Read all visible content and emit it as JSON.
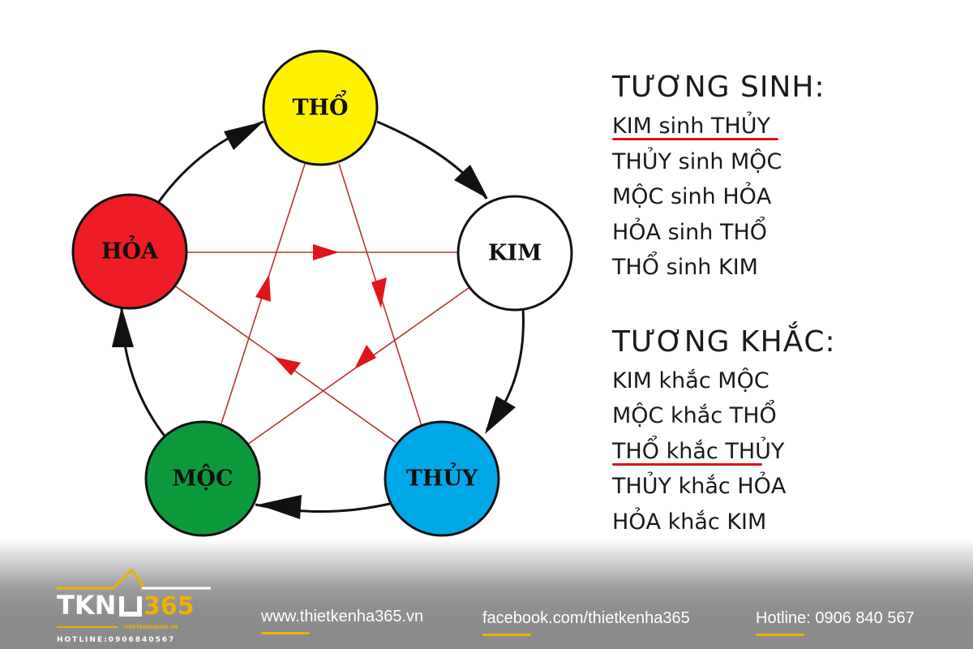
{
  "diagram": {
    "nodes": [
      {
        "id": "tho",
        "label": "THỔ",
        "color": "#fff200"
      },
      {
        "id": "kim",
        "label": "KIM",
        "color": "#ffffff"
      },
      {
        "id": "thuy",
        "label": "THỦY",
        "color": "#00a8e8"
      },
      {
        "id": "moc",
        "label": "MỘC",
        "color": "#0d9a3c"
      },
      {
        "id": "hoa",
        "label": "HỎA",
        "color": "#ee1c24"
      }
    ],
    "generating_cycle_color": "#111111",
    "overcoming_color": "#c0302a"
  },
  "tuong_sinh": {
    "title": "TƯƠNG SINH:",
    "items": [
      "KIM sinh THỦY",
      "THỦY sinh MỘC",
      "MỘC sinh HỎA",
      "HỎA sinh THỔ",
      "THỔ sinh KIM"
    ]
  },
  "tuong_khac": {
    "title": "TƯƠNG KHẮC:",
    "items": [
      "KIM khắc MỘC",
      "MỘC khắc THỔ",
      "THỔ khắc THỦY",
      "THỦY khắc HỎA",
      "HỎA khắc KIM"
    ]
  },
  "footer": {
    "logo_text": "TKN 365",
    "logo_sub": "THIETKENHA365.VN",
    "logo_hotline": "HOTLINE:0906840567",
    "website": "www.thietkenha365.vn",
    "facebook": "facebook.com/thietkenha365",
    "hotline": "Hotline: 0906 840 567",
    "accent": "#f0b000"
  }
}
